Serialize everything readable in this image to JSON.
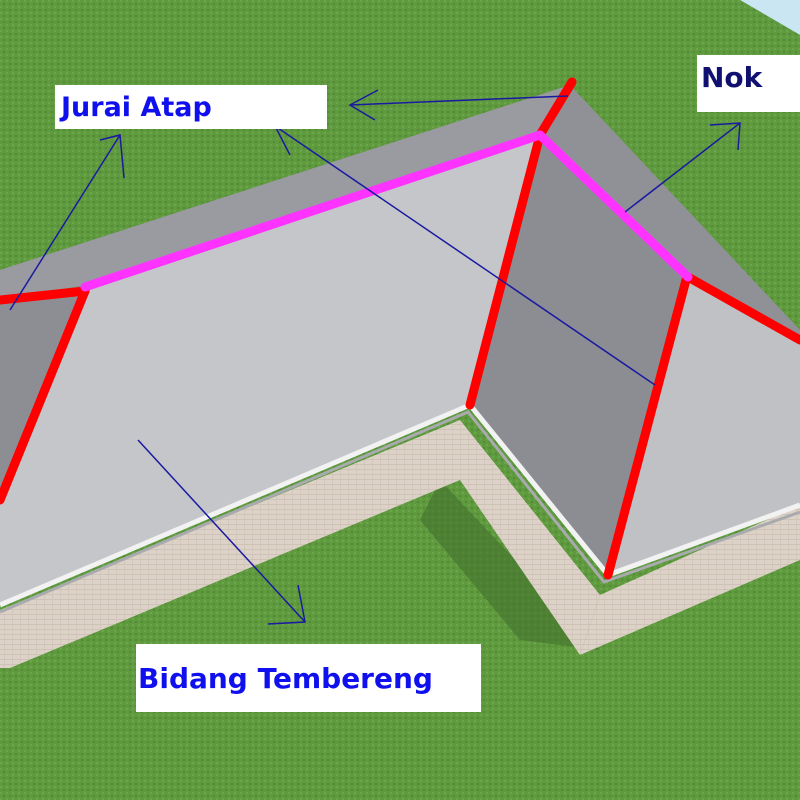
{
  "labels": {
    "jurai_atap": "Jurai Atap",
    "nok": "Nok",
    "bidang_tembereng": "Bidang Tembereng"
  },
  "colors": {
    "grass": "#5f9a3f",
    "sky": "#c9e6f2",
    "roof_light": "#c8c9cd",
    "roof_dark": "#8c8d92",
    "wall": "#ddd2c8",
    "hip_line": "#ff0000",
    "ridge_line": "#ff33ff",
    "pointer_line": "#1a1aa0",
    "label_text": "#1010ee"
  }
}
